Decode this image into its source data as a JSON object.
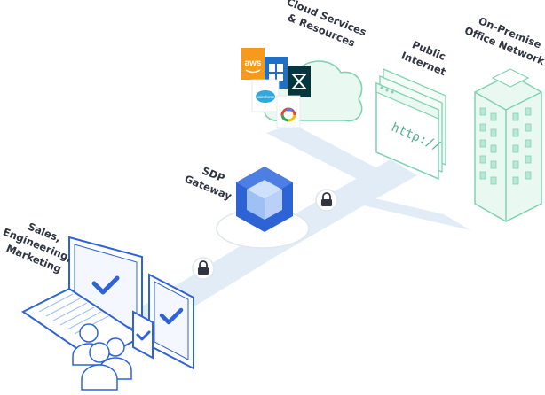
{
  "labels": {
    "cloud": [
      "Cloud Services",
      "& Resources"
    ],
    "internet": [
      "Public",
      "Internet"
    ],
    "office": [
      "On-Premise",
      "Office Network"
    ],
    "gateway": [
      "SDP",
      "Gateway"
    ],
    "users": [
      "Sales,",
      "Engineering,",
      "Marketing"
    ]
  },
  "browser": {
    "url_text": "http://"
  },
  "logos": {
    "aws": "aws",
    "salesforce": "salesforce"
  },
  "colors": {
    "accent_blue": "#2e63d6",
    "mint_fill": "#eaf8f2",
    "mint_stroke": "#7fd3b1",
    "path_blue": "#dfeaf6",
    "aws_orange": "#f79a1c",
    "windows_blue": "#1f6fc5",
    "zendesk_dark": "#03363d",
    "salesforce_blue": "#2fa8e0"
  }
}
